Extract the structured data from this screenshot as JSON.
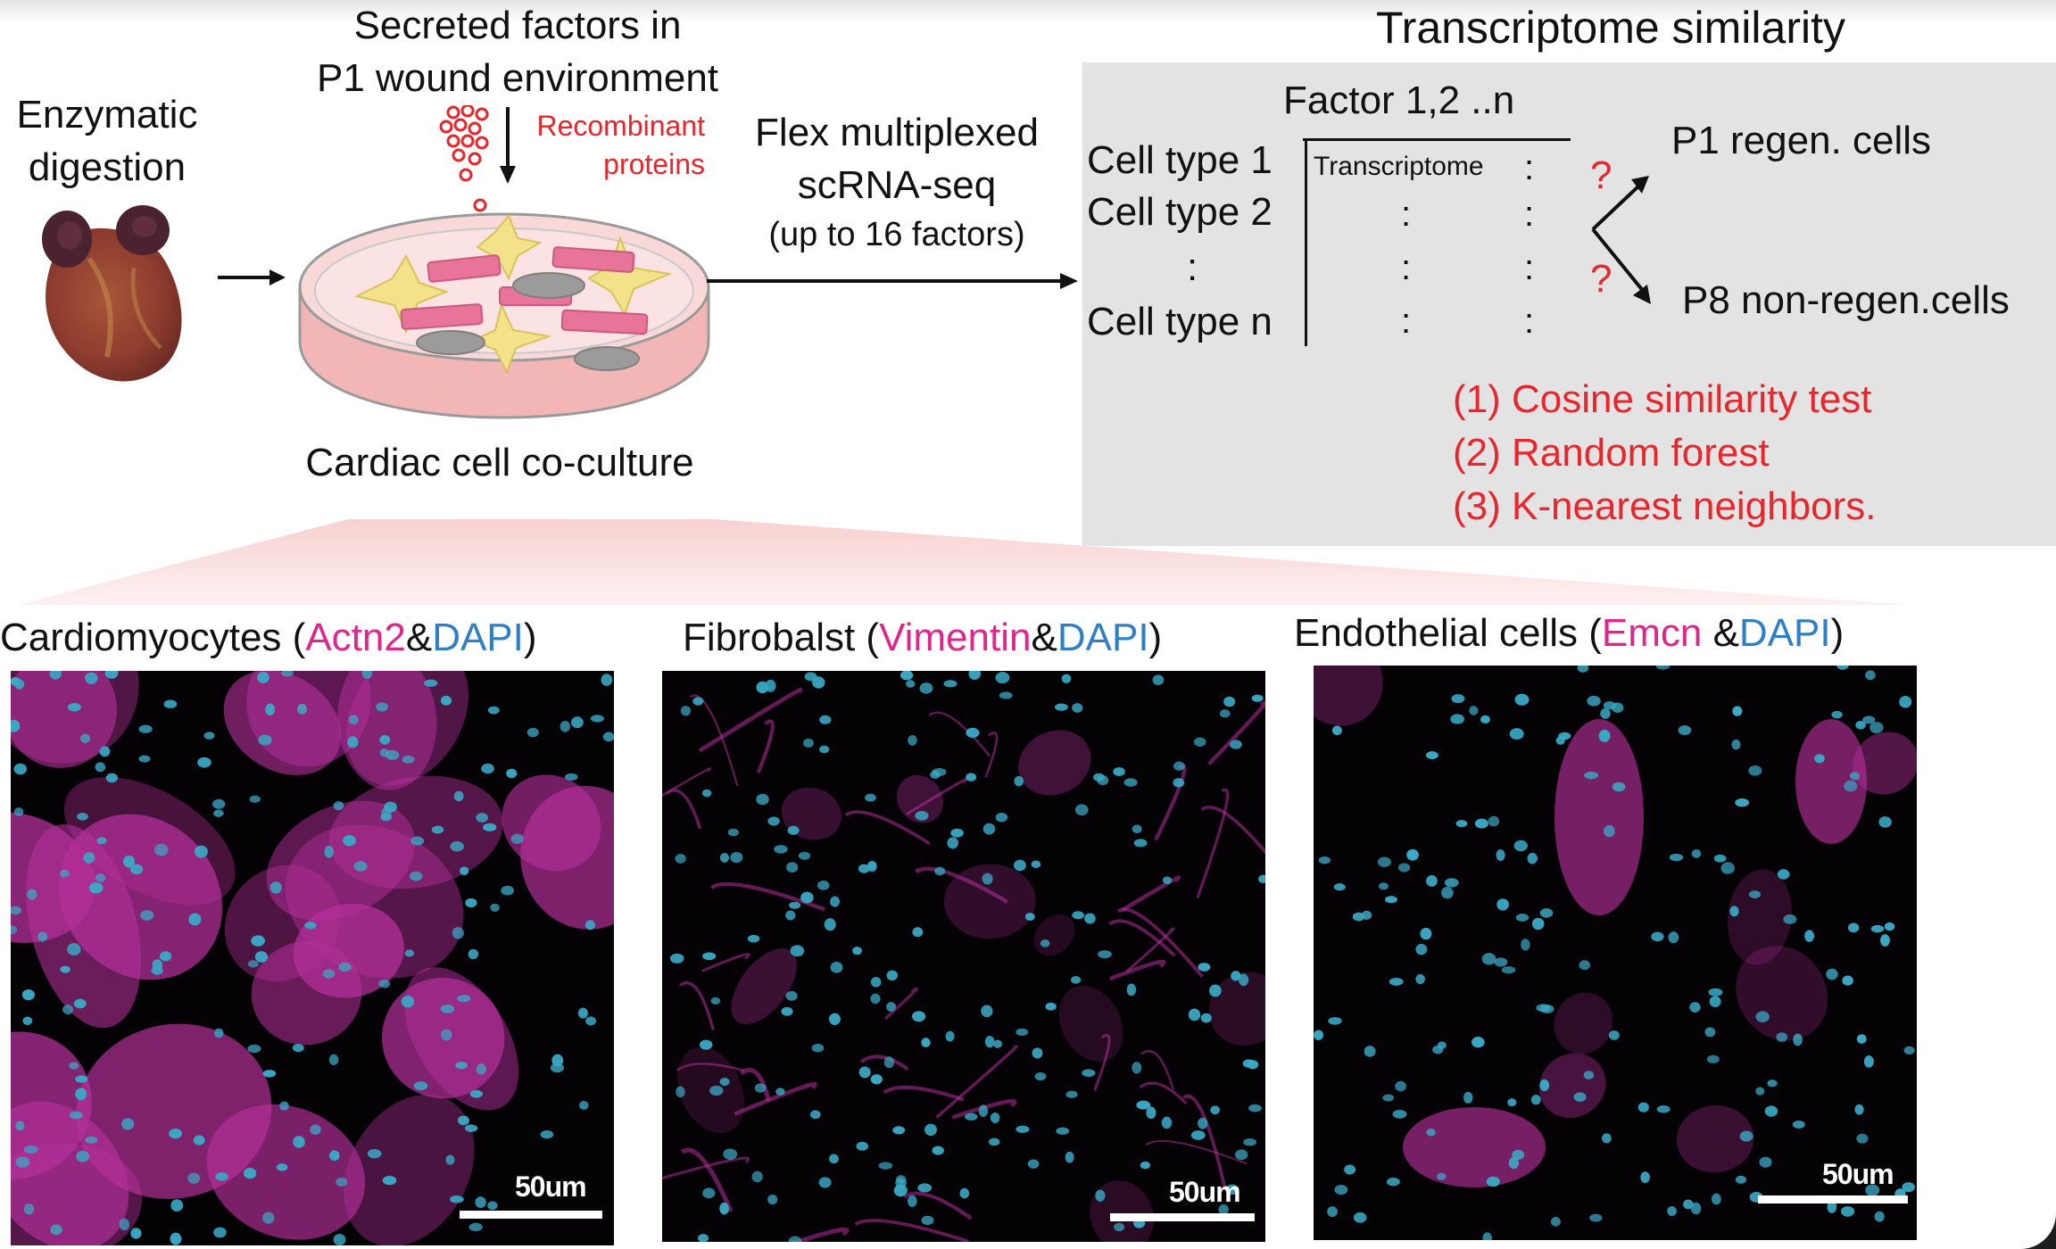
{
  "workflow": {
    "step1": {
      "line1": "Enzymatic",
      "line2": "digestion"
    },
    "factors_title": {
      "line1": "Secreted factors in",
      "line2": "P1 wound environment"
    },
    "recombinant": {
      "line1": "Recombinant",
      "line2": "proteins"
    },
    "coculture_label": "Cardiac cell co-culture",
    "seq": {
      "line1": "Flex multiplexed",
      "line2": "scRNA-seq",
      "line3": "(up to 16 factors)"
    }
  },
  "similarity": {
    "title": "Transcriptome similarity",
    "factor_header": "Factor 1,2 ..n",
    "rows": [
      "Cell type 1",
      "Cell type 2",
      ":",
      "Cell type n"
    ],
    "cell_label": "Transcriptome",
    "ellipsis": ":",
    "question": "?",
    "target1": "P1 regen. cells",
    "target2": "P8 non-regen.cells",
    "methods": [
      "(1) Cosine similarity test",
      "(2) Random forest",
      "(3) K-nearest neighbors."
    ]
  },
  "panels": [
    {
      "name": "Cardiomyocytes (",
      "marker": "Actn2",
      "amp": "&",
      "dapi": "DAPI",
      "close": ")",
      "scale": "50um"
    },
    {
      "name": "Fibrobalst (",
      "marker": "Vimentin",
      "amp": "&",
      "dapi": "DAPI",
      "close": ")",
      "scale": "50um"
    },
    {
      "name": "Endothelial cells (",
      "marker": "Emcn",
      "amp": " &",
      "dapi": "DAPI",
      "close": ")",
      "scale": "50um"
    }
  ],
  "colors": {
    "red_text": "#e8262c",
    "marker_magenta": "#e0258c",
    "dapi_blue": "#2e7fc8",
    "panel_gray": "#e3e3e4",
    "micro_magenta": "#b4309a",
    "micro_nuclei": "#3aa8c4"
  }
}
